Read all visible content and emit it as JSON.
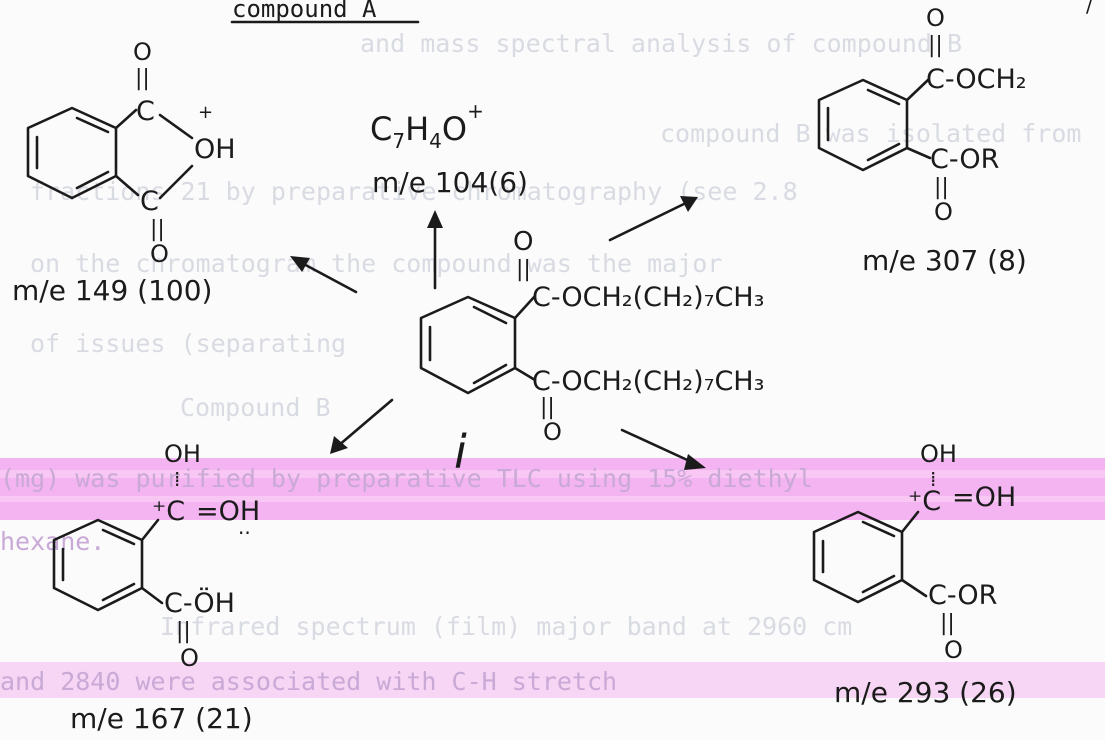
{
  "header": {
    "title": "compound A",
    "page_mark": "/"
  },
  "background_text": [
    "and mass spectral analysis of compound B",
    "compound B was isolated from",
    "fractions 21 by preparative chromatography (see 2.8",
    "on the chromatogram the compound was the major",
    "of issues (separating",
    "Compound B",
    "(mg) was purified by preparative TLC using 15% diethyl",
    "hexane.",
    "Infrared spectrum (film) major band at 2960 cm",
    "and 2840 were associated with C-H stretch"
  ],
  "center": {
    "ester_top": "C-OCH₂(CH₂)₇CH₃",
    "ester_bottom": "C-OCH₂(CH₂)₇CH₃",
    "o_top": "O",
    "o_top_dbl": "||",
    "o_bottom": "O",
    "o_bottom_dbl": "||",
    "label": "i"
  },
  "frag_104": {
    "formula_c": "C",
    "formula_c_sub": "7",
    "formula_h": "H",
    "formula_h_sub": "4",
    "formula_o": "O",
    "charge": "+",
    "mass": "m/e 104(6)"
  },
  "frag_149": {
    "c_top": "C",
    "c_bottom": "C",
    "oh": "OH",
    "charge": "+",
    "o_top": "O",
    "o_top_dbl": "||",
    "o_bottom": "O",
    "o_bottom_dbl": "||",
    "mass": "m/e 149 (100)"
  },
  "frag_307": {
    "top_group": "C-OCH₂",
    "bottom_group": "C-OR",
    "o_top": "O",
    "o_top_dbl": "||",
    "o_bottom": "O",
    "o_bottom_dbl": "||",
    "mass": "m/e 307 (8)"
  },
  "frag_167": {
    "oh_top": "OH",
    "c_plus": "⁺C",
    "eq_oh": "=OH",
    "dots": "··",
    "bottom_group": "C-ÖH",
    "o_bottom": "O",
    "o_bottom_dbl": "||",
    "mass": "m/e 167 (21)"
  },
  "frag_293": {
    "oh_top": "OH",
    "c_plus": "⁺C",
    "eq_oh": "=OH",
    "bottom_group": "C-OR",
    "o_bottom": "O",
    "o_bottom_dbl": "||",
    "mass": "m/e 293 (26)"
  },
  "colors": {
    "ink": "#1b1b1b",
    "highlighter": "#f2a6ee",
    "paper": "#fbfbfc",
    "bleed_text": "#d9dbe2"
  }
}
